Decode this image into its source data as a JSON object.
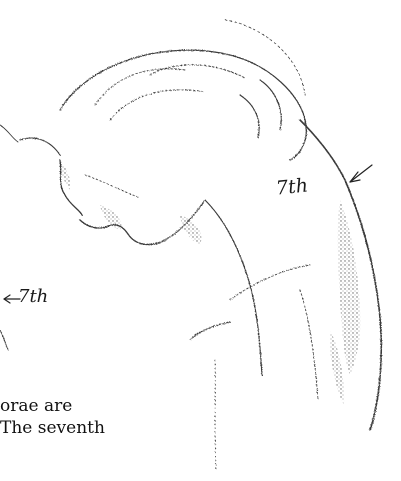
{
  "illustration": {
    "labels": {
      "neck_vertebra": "7th",
      "left_vertebra": "7th"
    }
  },
  "caption": {
    "line1": "orae are",
    "line2": "The seventh"
  }
}
